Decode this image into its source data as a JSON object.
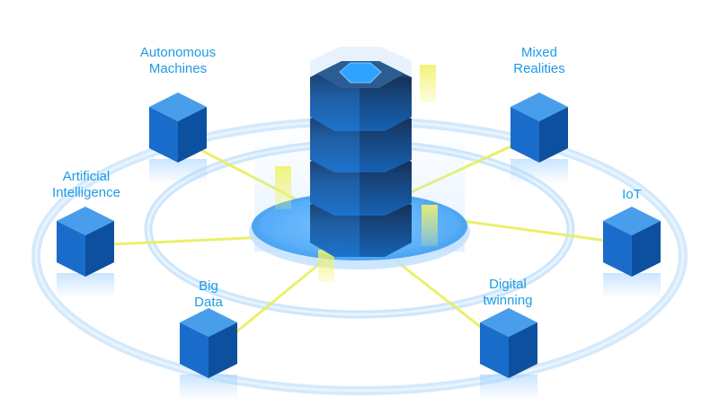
{
  "colors": {
    "accent": "#1e9be3",
    "cube_top": "#2f8de4",
    "cube_left": "#1667c4",
    "cube_right": "#0c4fa3",
    "connector": "#e8ef5a",
    "ring": "#cfe6fb",
    "tower_dark": "#1c3e66",
    "tower_mid": "#1f6fc0",
    "tower_cap": "#2fa3ff"
  },
  "nodes": {
    "autonomous_machines": {
      "line1": "Autonomous",
      "line2": "Machines"
    },
    "mixed_realities": {
      "line1": "Mixed",
      "line2": "Realities"
    },
    "artificial_intelligence": {
      "line1": "Artificial",
      "line2": "Intelligence"
    },
    "iot": {
      "line1": "IoT"
    },
    "big_data": {
      "line1": "Big",
      "line2": "Data"
    },
    "digital_twinning": {
      "line1": "Digital",
      "line2": "twinning"
    }
  }
}
